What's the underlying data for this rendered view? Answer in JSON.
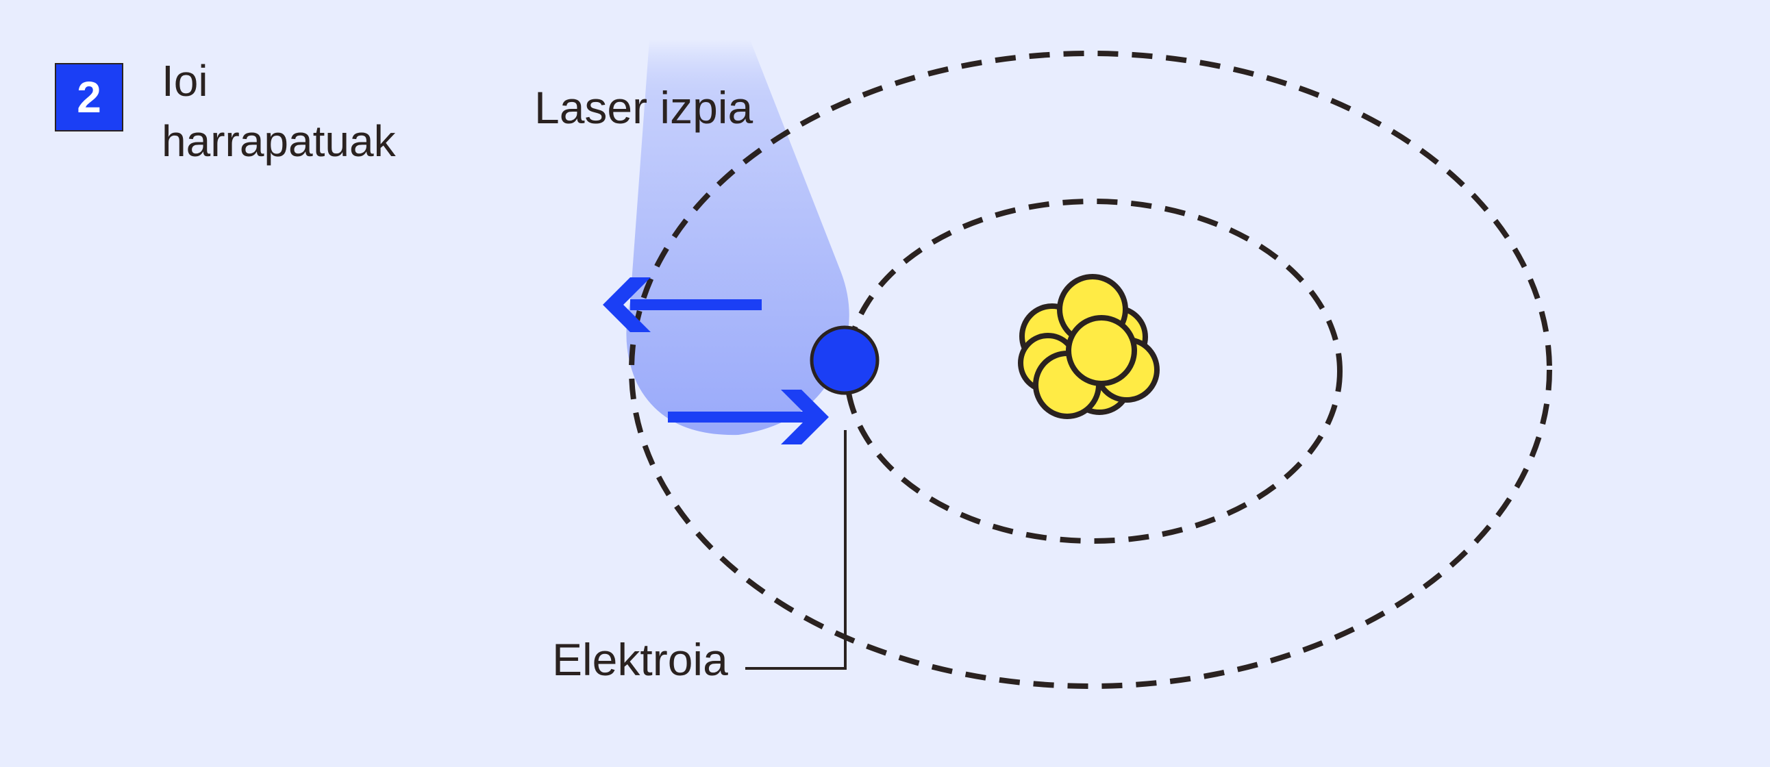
{
  "step": {
    "number": "2",
    "title": "Ioi harrapatuak"
  },
  "labels": {
    "laser_beam": "Laser izpia",
    "electron": "Elektroia"
  },
  "colors": {
    "background": "#e8edfe",
    "accent_blue": "#1b3ff5",
    "nucleus_yellow": "#ffeb45",
    "outline": "#2a2220"
  }
}
